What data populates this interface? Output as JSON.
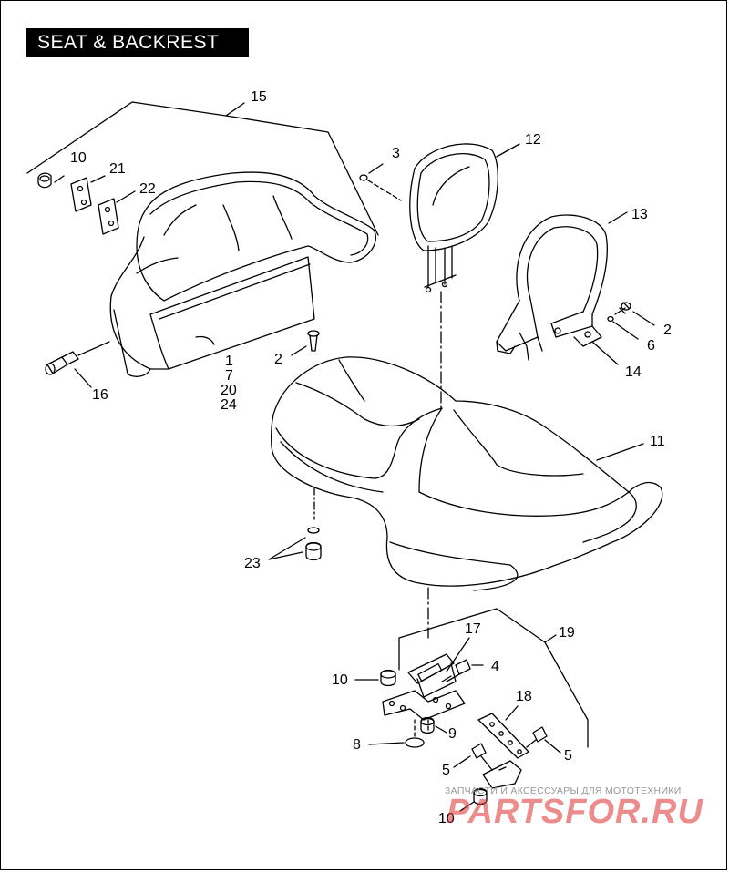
{
  "title": "SEAT & BACKREST",
  "watermark": {
    "tagline": "ЗАПЧАСТИ И АКСЕССУАРЫ ДЛЯ МОТОТЕХНИКИ",
    "logo": "PARTSFOR.RU"
  },
  "callouts": [
    {
      "id": "c15",
      "label": "15"
    },
    {
      "id": "c10a",
      "label": "10"
    },
    {
      "id": "c21",
      "label": "21"
    },
    {
      "id": "c22",
      "label": "22"
    },
    {
      "id": "c3",
      "label": "3"
    },
    {
      "id": "c12",
      "label": "12"
    },
    {
      "id": "c13",
      "label": "13"
    },
    {
      "id": "c2a",
      "label": "2"
    },
    {
      "id": "c6",
      "label": "6"
    },
    {
      "id": "c14",
      "label": "14"
    },
    {
      "id": "c2b",
      "label": "2"
    },
    {
      "id": "c1",
      "label": "1"
    },
    {
      "id": "c7",
      "label": "7"
    },
    {
      "id": "c20",
      "label": "20"
    },
    {
      "id": "c24",
      "label": "24"
    },
    {
      "id": "c16",
      "label": "16"
    },
    {
      "id": "c11",
      "label": "11"
    },
    {
      "id": "c23",
      "label": "23"
    },
    {
      "id": "c17",
      "label": "17"
    },
    {
      "id": "c19",
      "label": "19"
    },
    {
      "id": "c4",
      "label": "4"
    },
    {
      "id": "c10b",
      "label": "10"
    },
    {
      "id": "c18",
      "label": "18"
    },
    {
      "id": "c9",
      "label": "9"
    },
    {
      "id": "c8",
      "label": "8"
    },
    {
      "id": "c5a",
      "label": "5"
    },
    {
      "id": "c5b",
      "label": "5"
    },
    {
      "id": "c10c",
      "label": "10"
    }
  ]
}
